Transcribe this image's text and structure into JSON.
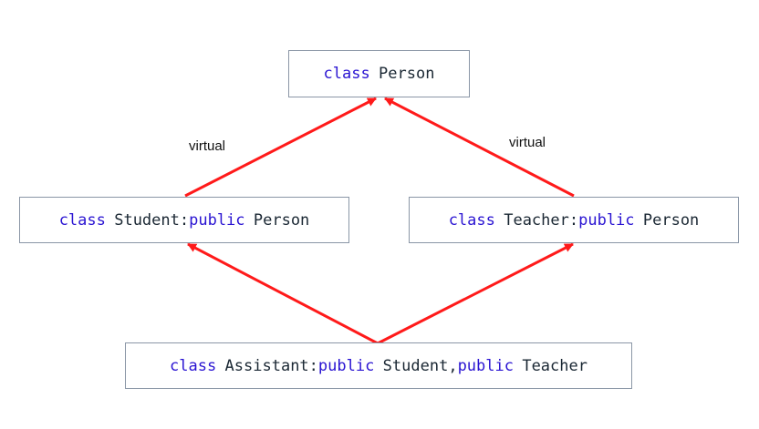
{
  "boxes": {
    "person": {
      "kw1": "class",
      "name": "Person"
    },
    "student": {
      "kw1": "class",
      "name": "Student:",
      "kw2": "public",
      "base": "Person"
    },
    "teacher": {
      "kw1": "class",
      "name": "Teacher:",
      "kw2": "public",
      "base": "Person"
    },
    "assistant": {
      "kw1": "class",
      "name": "Assistant:",
      "kw2": "public",
      "base1": "Student,",
      "kw3": "public",
      "base2": "Teacher"
    }
  },
  "labels": {
    "virtual_left": "virtual",
    "virtual_right": "virtual"
  },
  "colors": {
    "arrow": "#ff1a1a",
    "keyword": "#2a14d2",
    "text": "#1a2733",
    "border": "#8a96a6"
  },
  "edges": [
    {
      "from": "student",
      "to": "person",
      "label": "virtual_left"
    },
    {
      "from": "teacher",
      "to": "person",
      "label": "virtual_right"
    },
    {
      "from": "assistant",
      "to": "student"
    },
    {
      "from": "assistant",
      "to": "teacher"
    }
  ]
}
